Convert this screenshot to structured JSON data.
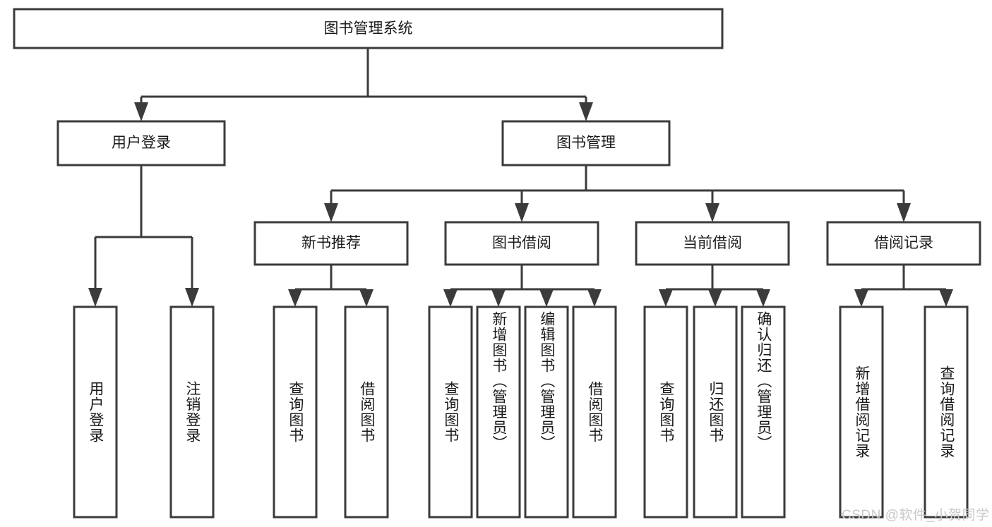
{
  "diagram": {
    "type": "tree-hierarchy-chart",
    "title": "图书管理系统",
    "stroke_color": "#3b3b3b",
    "box_fill": "#ffffff",
    "background": "#ffffff",
    "text_color": "#1a1a1a"
  },
  "root": {
    "label": "图书管理系统"
  },
  "level1": [
    {
      "id": "user-login",
      "label": "用户登录"
    },
    {
      "id": "book-management",
      "label": "图书管理"
    }
  ],
  "level2": [
    {
      "id": "new-book-recommend",
      "label": "新书推荐",
      "parent": "book-management"
    },
    {
      "id": "book-borrow",
      "label": "图书借阅",
      "parent": "book-management"
    },
    {
      "id": "current-borrow",
      "label": "当前借阅",
      "parent": "book-management"
    },
    {
      "id": "borrow-record",
      "label": "借阅记录",
      "parent": "book-management"
    }
  ],
  "leaves": {
    "user_login": [
      {
        "id": "leaf-user-login",
        "label": "用户登录"
      },
      {
        "id": "leaf-user-logout",
        "label": "注销登录"
      }
    ],
    "new_book_recommend": [
      {
        "id": "leaf-query-book-1",
        "label": "查询图书"
      },
      {
        "id": "leaf-borrow-book-1",
        "label": "借阅图书"
      }
    ],
    "book_borrow": [
      {
        "id": "leaf-query-book-2",
        "label": "查询图书"
      },
      {
        "id": "leaf-add-book",
        "label": "新增图书（管理员）"
      },
      {
        "id": "leaf-edit-book",
        "label": "编辑图书（管理员）"
      },
      {
        "id": "leaf-borrow-book-2",
        "label": "借阅图书"
      }
    ],
    "current_borrow": [
      {
        "id": "leaf-query-book-3",
        "label": "查询图书"
      },
      {
        "id": "leaf-return-book",
        "label": "归还图书"
      },
      {
        "id": "leaf-confirm-return",
        "label": "确认归还（管理员）"
      }
    ],
    "borrow_record": [
      {
        "id": "leaf-add-record",
        "label": "新增借阅记录"
      },
      {
        "id": "leaf-query-record",
        "label": "查询借阅记录"
      }
    ]
  },
  "watermark": {
    "text": "CSDN @软件_小贺同学"
  },
  "chart_data": {
    "type": "table",
    "title": "图书管理系统",
    "nodes": [
      {
        "level": 0,
        "label": "图书管理系统",
        "children": [
          "用户登录",
          "图书管理"
        ]
      },
      {
        "level": 1,
        "label": "用户登录",
        "children": [
          "用户登录",
          "注销登录"
        ]
      },
      {
        "level": 1,
        "label": "图书管理",
        "children": [
          "新书推荐",
          "图书借阅",
          "当前借阅",
          "借阅记录"
        ]
      },
      {
        "level": 2,
        "label": "新书推荐",
        "children": [
          "查询图书",
          "借阅图书"
        ]
      },
      {
        "level": 2,
        "label": "图书借阅",
        "children": [
          "查询图书",
          "新增图书（管理员）",
          "编辑图书（管理员）",
          "借阅图书"
        ]
      },
      {
        "level": 2,
        "label": "当前借阅",
        "children": [
          "查询图书",
          "归还图书",
          "确认归还（管理员）"
        ]
      },
      {
        "level": 2,
        "label": "借阅记录",
        "children": [
          "新增借阅记录",
          "查询借阅记录"
        ]
      }
    ]
  }
}
